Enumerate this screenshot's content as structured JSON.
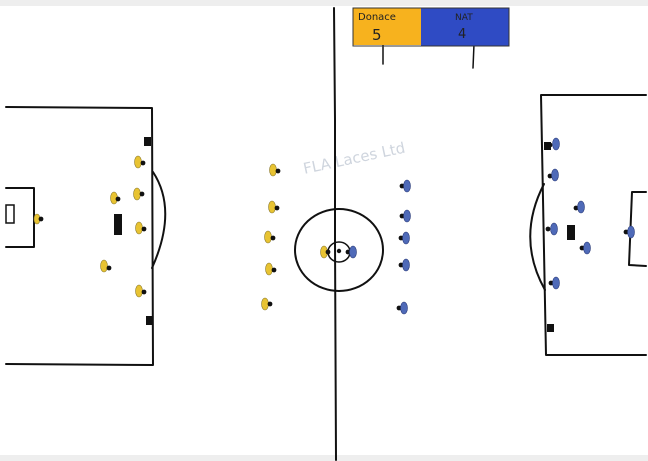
{
  "scoreboard": {
    "home": {
      "team": "Donace",
      "score": "5",
      "color": "#F7B21E"
    },
    "away": {
      "team": "NAT",
      "score": "4",
      "color": "#2F4BC4"
    }
  },
  "faint_text": "FLA Laces Ltd",
  "colors": {
    "yellow_team": "#E8C332",
    "blue_team": "#4F6AB8",
    "ink": "#111111"
  }
}
